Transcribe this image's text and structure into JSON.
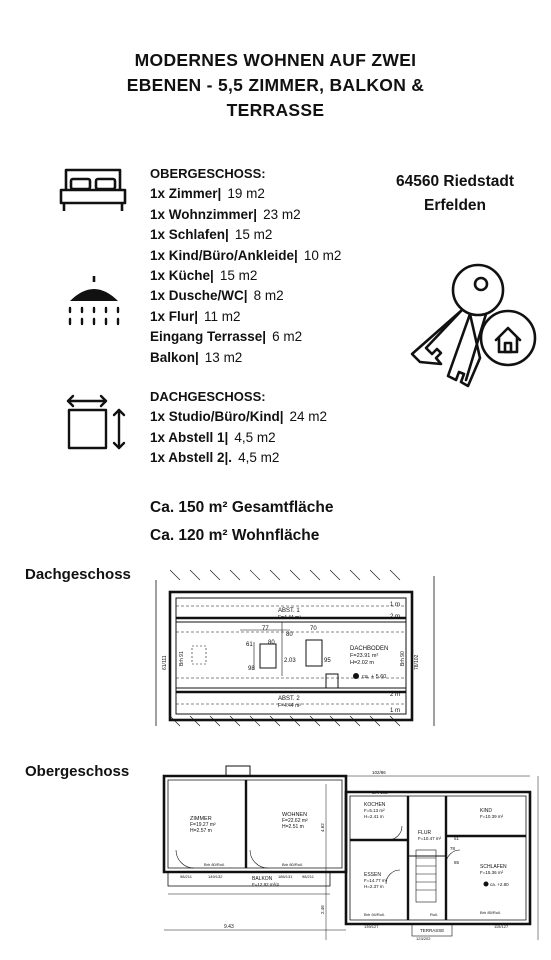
{
  "title": {
    "line1": "MODERNES WOHNEN AUF ZWEI",
    "line2": "EBENEN - 5,5 ZIMMER, BALKON &",
    "line3": "TERRASSE"
  },
  "location": {
    "line1": "64560 Riedstadt",
    "line2": "Erfelden"
  },
  "obergeschoss": {
    "heading": "OBERGESCHOSS:",
    "rooms": [
      {
        "label": "1x Zimmer|",
        "size": "19 m2"
      },
      {
        "label": "1x Wohnzimmer|",
        "size": "23 m2"
      },
      {
        "label": "1x Schlafen|",
        "size": "15 m2"
      },
      {
        "label": "1x Kind/Büro/Ankleide|",
        "size": "10 m2"
      },
      {
        "label": "1x Küche|",
        "size": "15 m2"
      },
      {
        "label": "1x Dusche/WC|",
        "size": "8 m2"
      },
      {
        "label": "1x Flur|",
        "size": "11 m2"
      },
      {
        "label": "Eingang Terrasse|",
        "size": "6 m2"
      },
      {
        "label": "Balkon|",
        "size": "13 m2"
      }
    ]
  },
  "dachgeschoss": {
    "heading": "DACHGESCHOSS:",
    "rooms": [
      {
        "label": "1x Studio/Büro/Kind|",
        "size": "24 m2"
      },
      {
        "label": "1x Abstell 1|",
        "size": "4,5 m2"
      },
      {
        "label": "1x Abstell 2|.",
        "size": "4,5 m2"
      }
    ]
  },
  "totals": {
    "gesamt": "Ca. 150 m² Gesamtfläche",
    "wohn": "Ca. 120 m² Wohnfläche"
  },
  "plans": {
    "dg_label": "Dachgeschoss",
    "og_label": "Obergeschoss",
    "dg": {
      "abst1": "ABST. 1",
      "abst1_area": "F=4.44 m²",
      "abst2": "ABST. 2",
      "abst2_area": "F=4.44 m²",
      "dachboden": "DACHBODEN",
      "dachboden_f": "F=23.91 m²",
      "dachboden_h": "H=2.02 m",
      "elev": "ca. + 5.60",
      "h1m_a": "1 m",
      "h2m_a": "2 m",
      "h1m_b": "1 m",
      "h2m_b": "2 m",
      "d77": "77",
      "d80a": "80",
      "d70": "70",
      "d61": "61",
      "d80b": "80",
      "d98": "98",
      "d203": "2.03",
      "d95": "95",
      "brh90": "Brh 90",
      "d6111": "61/111",
      "d78102": "78/102",
      "brh91": "Brh 91"
    },
    "og": {
      "zimmer": "ZIMMER",
      "zimmer_f": "F=19.27 m²",
      "zimmer_h": "H=2.57 m",
      "wohnen": "WOHNEN",
      "wohnen_f": "F=22.62 m²",
      "wohnen_h": "H=2.51 m",
      "kochen": "KOCHEN",
      "kochen_f": "F=5.13 m²",
      "kochen_h": "H=2.41 m",
      "kind": "KIND",
      "kind_f": "F=10.39 m²",
      "flur": "FLUR",
      "flur_f": "F=10.47 m²",
      "essen": "ESSEN",
      "essen_f": "F=14.77 m²",
      "essen_h": "H=2.37 m",
      "schlafen": "SCHLAFEN",
      "schlafen_f": "F=15.36 m²",
      "schlafen_elev": "ca. +2.80",
      "balkon": "BALKON",
      "balkon_f": "F=12.92 m²/4",
      "terrasse": "TERRASSE",
      "d943": "9.43",
      "d102_86": "102/86",
      "brh102": "Brh 102",
      "brh80a": "Brh 80/Roll.",
      "brh80b": "Brh 80/Roll.",
      "d98_211a": "98/211",
      "d149_132": "149/132",
      "d186_131": "186/131",
      "d98_211b": "98/211",
      "d462": "4.62",
      "d246": "2.46",
      "brh94": "Brh 94/Roll.",
      "brh85": "Brh 85/Roll.",
      "roll": "Roll.",
      "d139_127": "139/127",
      "d123_202": "123/202",
      "d115_127": "115/127",
      "d85": "85",
      "d51": "51",
      "d78": "78"
    }
  },
  "icons": [
    "bed-icon",
    "shower-icon",
    "area-dimensions-icon",
    "house-keys-icon"
  ]
}
